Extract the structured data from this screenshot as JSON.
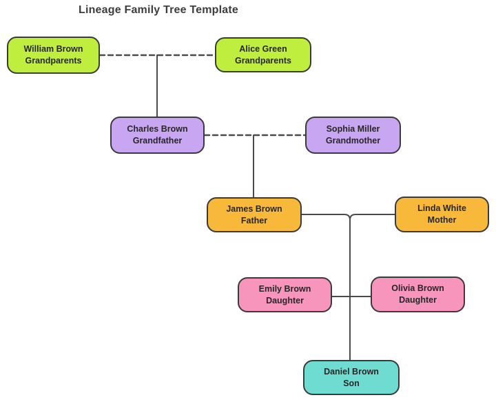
{
  "title": "Lineage Family Tree Template",
  "colors": {
    "background": "#ffffff",
    "border": "#3a3a3a",
    "line": "#4a4a4a",
    "text": "#272727",
    "title_text": "#3d3d3d",
    "green": "#BFEE3E",
    "purple": "#C9A6F2",
    "orange": "#F8B93A",
    "pink": "#F795BD",
    "teal": "#6FDCD2"
  },
  "nodes": [
    {
      "id": "william-brown",
      "name": "William Brown",
      "role": "Grandparents",
      "fill": "#BFEE3E"
    },
    {
      "id": "alice-green",
      "name": "Alice Green",
      "role": "Grandparents",
      "fill": "#BFEE3E"
    },
    {
      "id": "charles-brown",
      "name": "Charles Brown",
      "role": "Grandfather",
      "fill": "#C9A6F2"
    },
    {
      "id": "sophia-miller",
      "name": "Sophia Miller",
      "role": "Grandmother",
      "fill": "#C9A6F2"
    },
    {
      "id": "james-brown",
      "name": "James Brown",
      "role": "Father",
      "fill": "#F8B93A"
    },
    {
      "id": "linda-white",
      "name": "Linda White",
      "role": "Mother",
      "fill": "#F8B93A"
    },
    {
      "id": "emily-brown",
      "name": "Emily Brown",
      "role": "Daughter",
      "fill": "#F795BD"
    },
    {
      "id": "olivia-brown",
      "name": "Olivia Brown",
      "role": "Daughter",
      "fill": "#F795BD"
    },
    {
      "id": "daniel-brown",
      "name": "Daniel Brown",
      "role": "Son",
      "fill": "#6FDCD2"
    }
  ],
  "edges": [
    {
      "from": "william-brown",
      "to": "alice-green",
      "style": "dashed",
      "relation": "couple"
    },
    {
      "from": "william-brown & alice-green",
      "to": "charles-brown",
      "style": "solid",
      "relation": "child"
    },
    {
      "from": "charles-brown",
      "to": "sophia-miller",
      "style": "dashed",
      "relation": "couple"
    },
    {
      "from": "charles-brown & sophia-miller",
      "to": "james-brown",
      "style": "solid",
      "relation": "child"
    },
    {
      "from": "james-brown",
      "to": "linda-white",
      "style": "solid",
      "relation": "couple"
    },
    {
      "from": "james-brown & linda-white",
      "to": "emily-brown",
      "style": "solid",
      "relation": "child"
    },
    {
      "from": "james-brown & linda-white",
      "to": "olivia-brown",
      "style": "solid",
      "relation": "child"
    },
    {
      "from": "james-brown & linda-white",
      "to": "daniel-brown",
      "style": "solid",
      "relation": "child"
    }
  ]
}
